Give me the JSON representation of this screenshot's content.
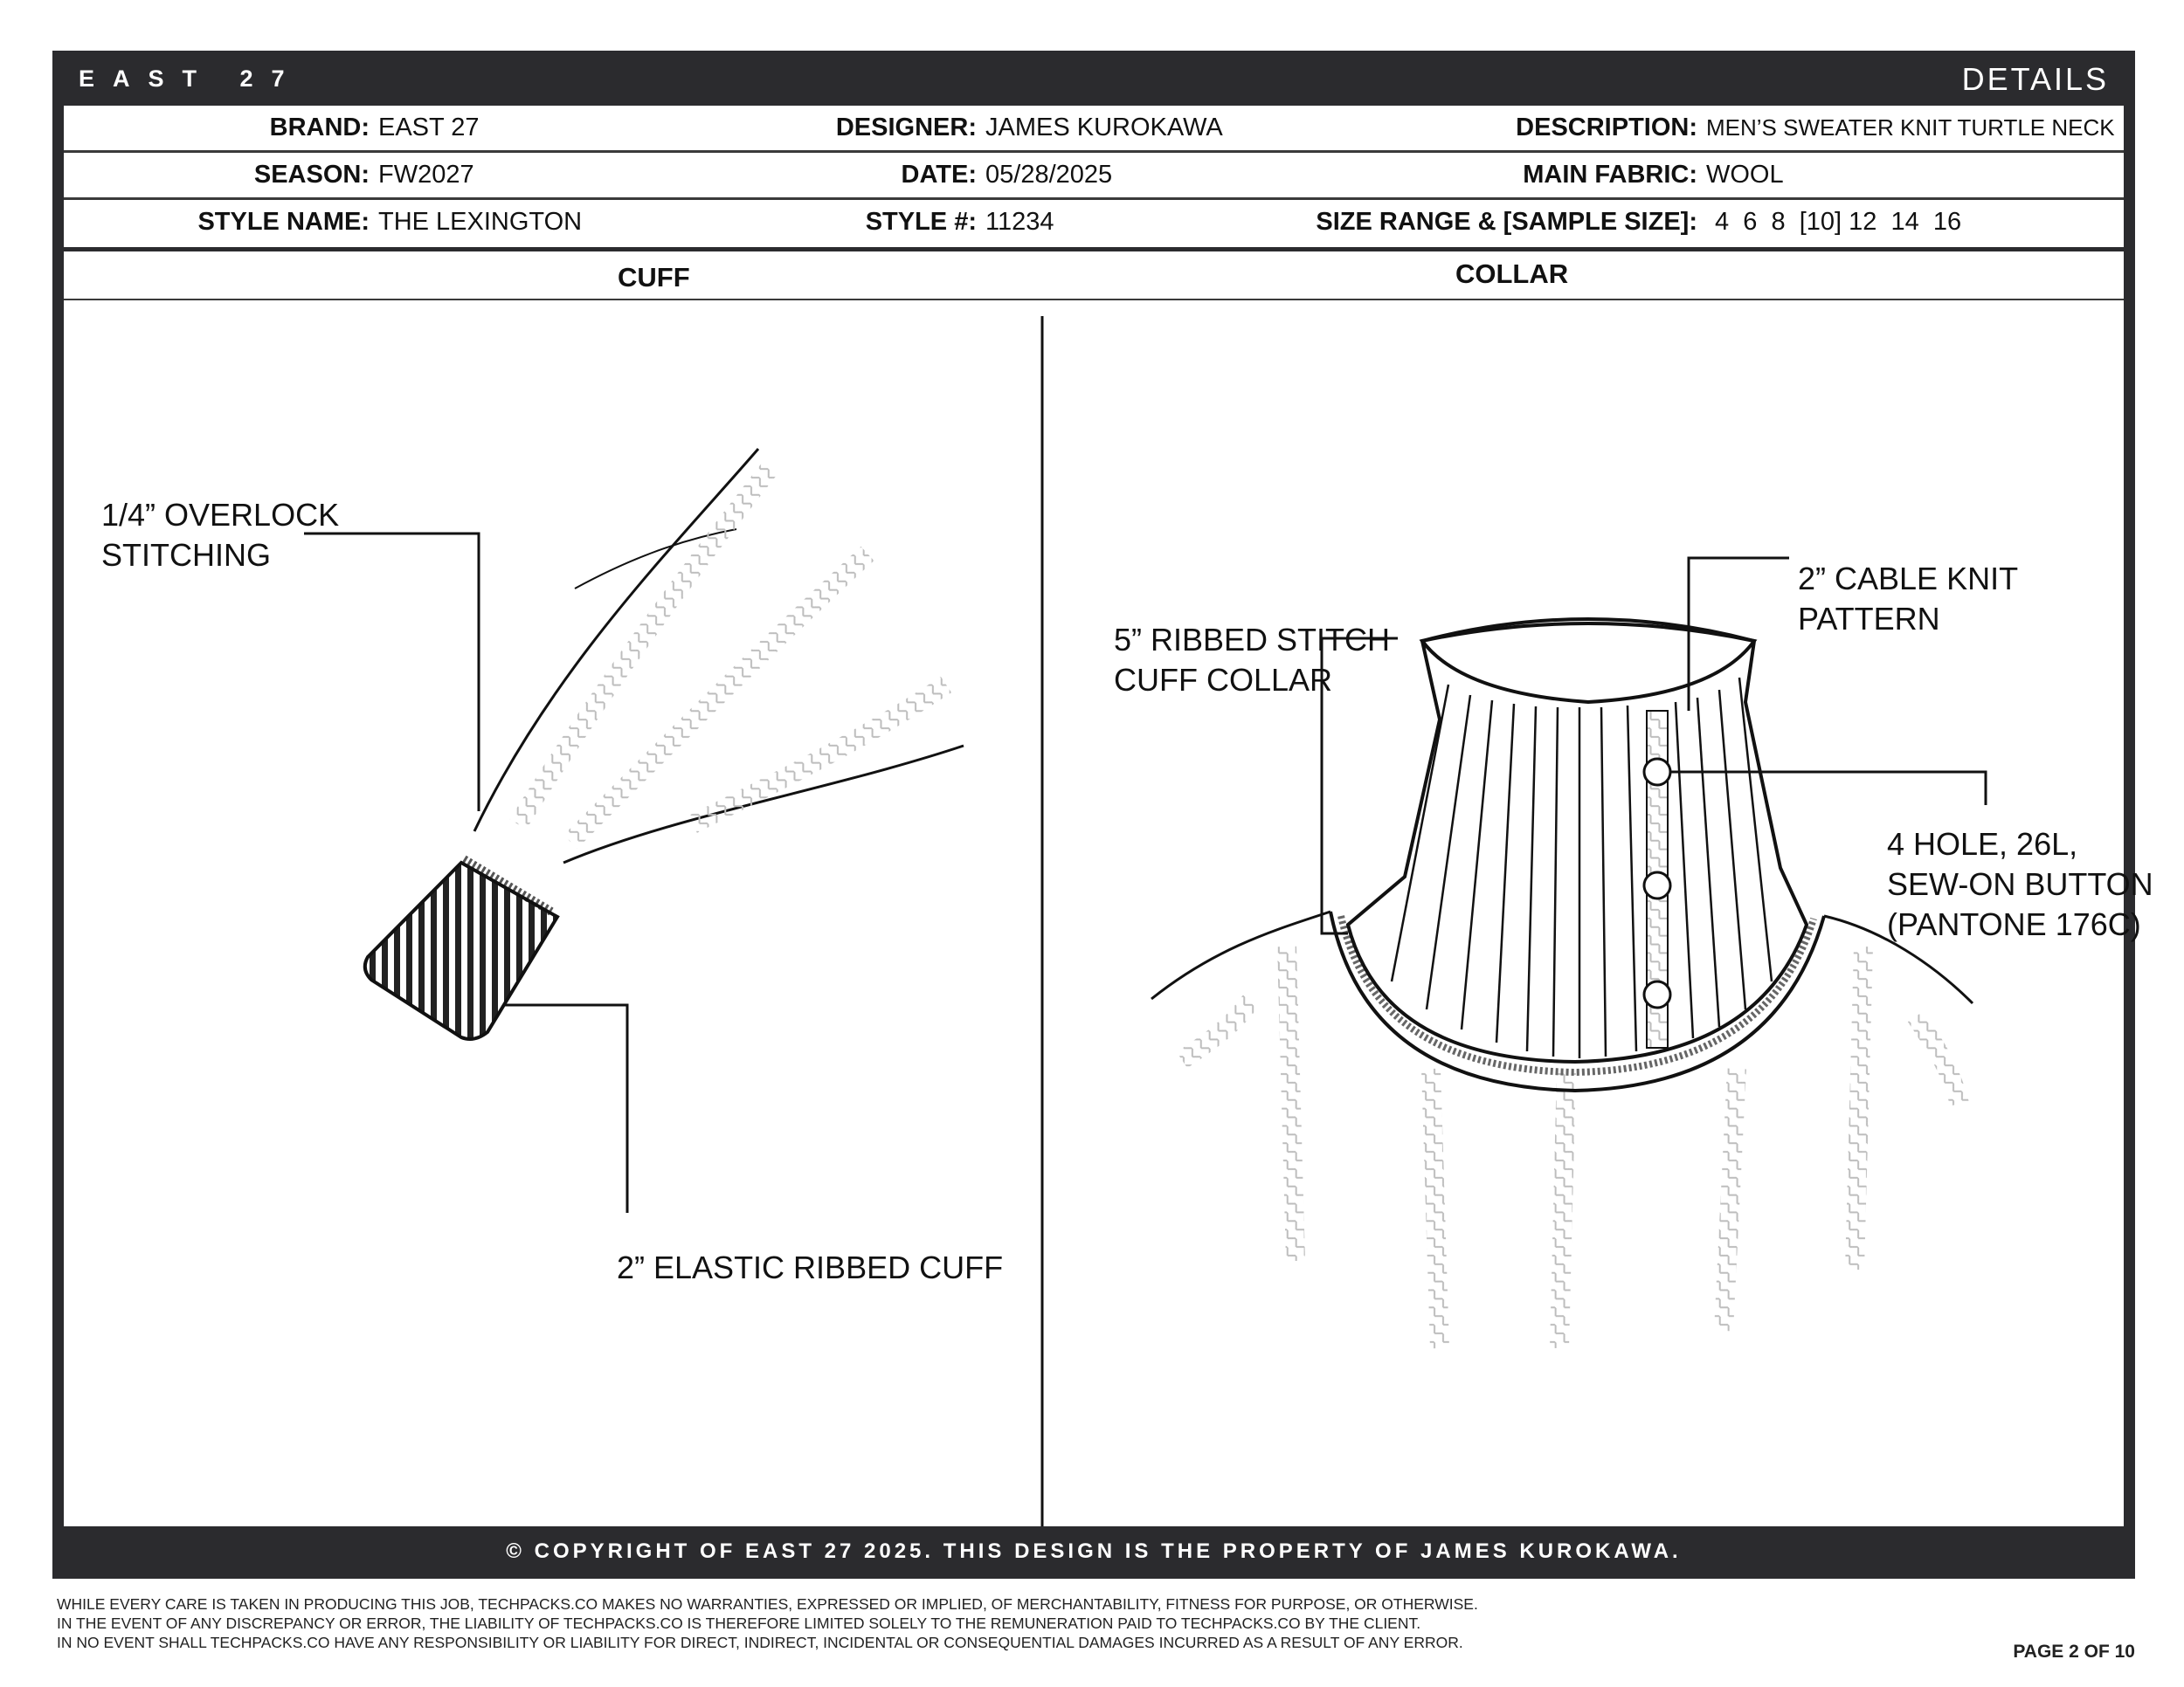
{
  "header": {
    "brand_mark": "EAST 27",
    "title": "DETAILS"
  },
  "info": {
    "brand_label": "BRAND:",
    "brand": "EAST 27",
    "designer_label": "DESIGNER:",
    "designer": "JAMES KUROKAWA",
    "description_label": "DESCRIPTION:",
    "description": "MEN’S SWEATER KNIT TURTLE NECK",
    "season_label": "SEASON:",
    "season": "FW2027",
    "date_label": "DATE:",
    "date": "05/28/2025",
    "fabric_label": "MAIN FABRIC:",
    "fabric": "WOOL",
    "style_name_label": "STYLE NAME:",
    "style_name": "THE LEXINGTON",
    "style_no_label": "STYLE #:",
    "style_no": "11234",
    "size_label": "SIZE RANGE & [SAMPLE SIZE]:",
    "size_range": "4  6  8  [10] 12  14  16"
  },
  "sections": {
    "cuff": "CUFF",
    "collar": "COLLAR"
  },
  "callouts": {
    "overlock": "1/4” OVERLOCK\nSTITCHING",
    "elastic_cuff": "2” ELASTIC RIBBED CUFF",
    "ribbed_collar": "5” RIBBED STITCH\nCUFF COLLAR",
    "cable_knit": "2” CABLE KNIT\nPATTERN",
    "button": "4 HOLE, 26L,\nSEW-ON BUTTON\n(PANTONE 176C)"
  },
  "footer": {
    "copyright": "© COPYRIGHT OF EAST 27 2025.  THIS DESIGN IS THE PROPERTY OF JAMES KUROKAWA.",
    "disclaimer_1": "WHILE EVERY CARE IS TAKEN IN PRODUCING THIS JOB, TECHPACKS.CO MAKES NO WARRANTIES, EXPRESSED OR IMPLIED, OF MERCHANTABILITY, FITNESS FOR PURPOSE, OR OTHERWISE.",
    "disclaimer_2": "IN THE EVENT OF ANY DISCREPANCY OR ERROR, THE LIABILITY OF TECHPACKS.CO IS THEREFORE LIMITED SOLELY TO THE REMUNERATION PAID TO TECHPACKS.CO BY THE CLIENT.",
    "disclaimer_3": "IN NO EVENT SHALL TECHPACKS.CO HAVE ANY RESPONSIBILITY OR LIABILITY FOR DIRECT, INDIRECT, INCIDENTAL OR CONSEQUENTIAL DAMAGES INCURRED AS A RESULT OF ANY ERROR.",
    "page": "PAGE 2 OF 10"
  },
  "colors": {
    "band": "#2b2b2e",
    "ink": "#111111",
    "knit": "#b5b5b5"
  }
}
